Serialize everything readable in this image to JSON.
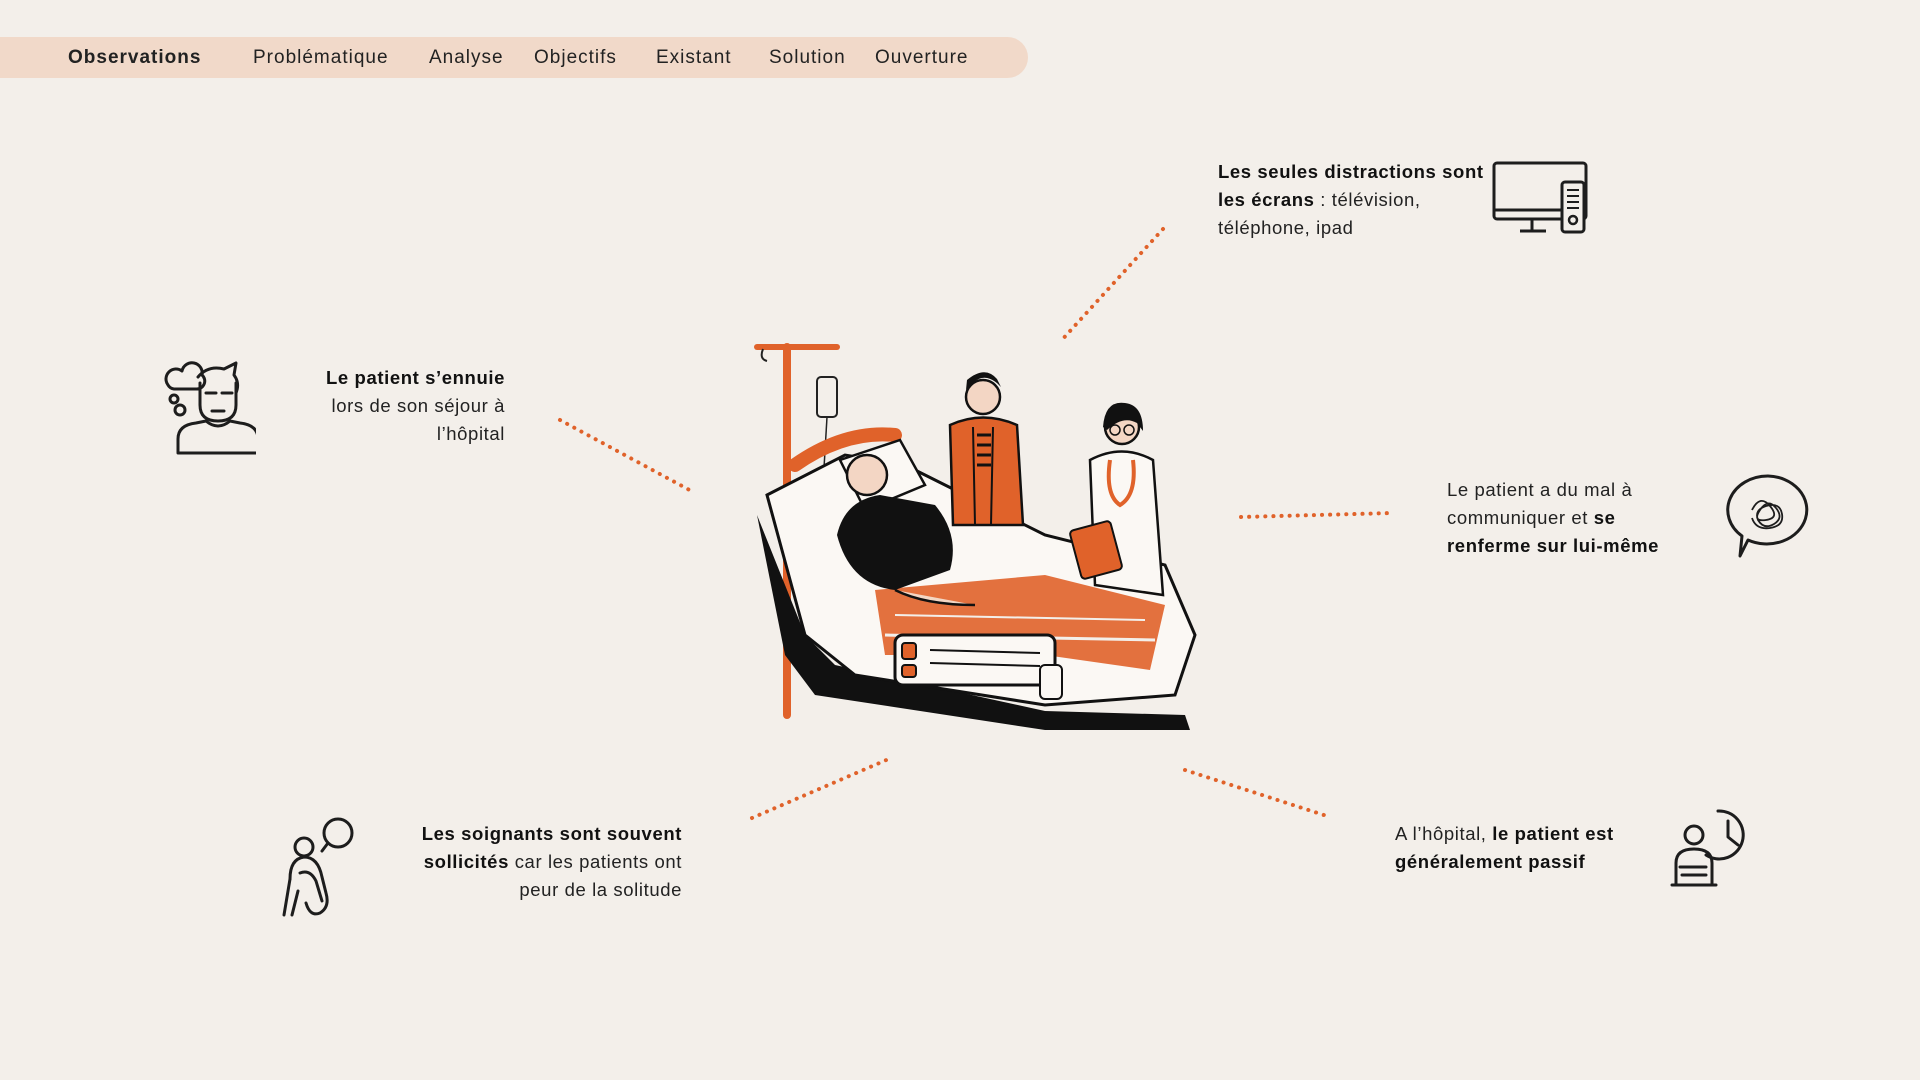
{
  "nav": {
    "items": [
      {
        "label": "Observations",
        "active": true
      },
      {
        "label": "Problématique",
        "active": false
      },
      {
        "label": "Analyse",
        "active": false
      },
      {
        "label": "Objectifs",
        "active": false
      },
      {
        "label": "Existant",
        "active": false
      },
      {
        "label": "Solution",
        "active": false
      },
      {
        "label": "Ouverture",
        "active": false
      }
    ]
  },
  "observations": {
    "screens": {
      "bold": "Les seules distractions sont les écrans",
      "rest": " : télévision, téléphone, ipad",
      "icon": "tv-icon"
    },
    "bored": {
      "bold": "Le patient s’ennuie",
      "rest": "lors de son séjour à l’hôpital",
      "icon": "bored-person-icon"
    },
    "communicate": {
      "pre": "Le patient a du mal à communiquer et ",
      "bold": "se renferme sur lui-même",
      "icon": "tangled-speech-bubble-icon"
    },
    "caregivers": {
      "bold": "Les soignants sont souvent sollicités",
      "rest": " car les patients ont peur de la solitude",
      "icon": "lonely-person-icon"
    },
    "passive": {
      "pre": "A l’hôpital, ",
      "bold": "le patient est généralement passif",
      "icon": "waiting-person-clock-icon"
    }
  },
  "colors": {
    "accent": "#e0622a",
    "background": "#f3efea",
    "nav_bg": "#f1d9c9",
    "text": "#1d1d1d"
  }
}
